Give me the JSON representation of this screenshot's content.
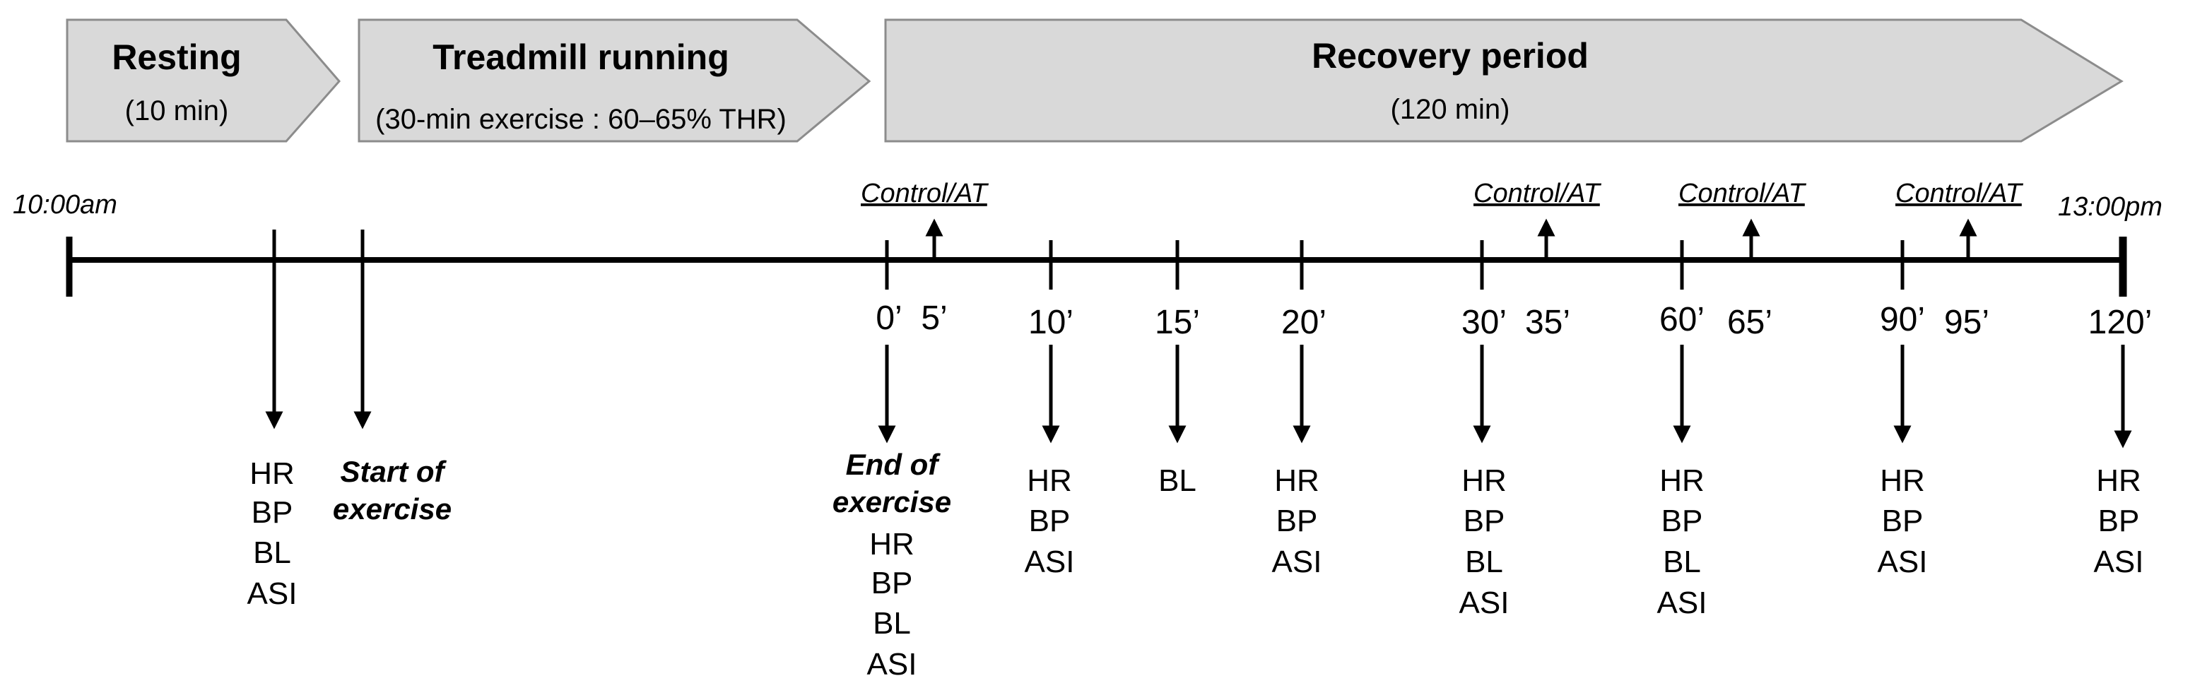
{
  "phases": [
    {
      "name": "Resting",
      "detail": "(10 min)"
    },
    {
      "name": "Treadmill running",
      "detail": "(30-min exercise : 60–65% THR)"
    },
    {
      "name": "Recovery period",
      "detail": "(120 min)"
    }
  ],
  "timeline": {
    "start_label": "10:00am",
    "end_label": "13:00pm"
  },
  "ticks": [
    "0’",
    "5’",
    "10’",
    "15’",
    "20’",
    "30’",
    "35’",
    "60’",
    "65’",
    "90’",
    "95’",
    "120’"
  ],
  "control_label": "Control/AT",
  "events": {
    "start_line1": "Start of",
    "start_line2": "exercise",
    "end_line1": "End of",
    "end_line2": "exercise"
  },
  "measurements": {
    "resting": [
      "HR",
      "BP",
      "BL",
      "ASI"
    ],
    "t0": [
      "HR",
      "BP",
      "BL",
      "ASI"
    ],
    "t10": [
      "HR",
      "BP",
      "ASI"
    ],
    "t15": [
      "BL"
    ],
    "t20": [
      "HR",
      "BP",
      "ASI"
    ],
    "t30": [
      "HR",
      "BP",
      "BL",
      "ASI"
    ],
    "t60": [
      "HR",
      "BP",
      "BL",
      "ASI"
    ],
    "t90": [
      "HR",
      "BP",
      "ASI"
    ],
    "t120": [
      "HR",
      "BP",
      "ASI"
    ]
  },
  "colors": {
    "phase_fill": "#d9d9d9",
    "phase_stroke": "#8c8c8c",
    "line": "#000000"
  }
}
